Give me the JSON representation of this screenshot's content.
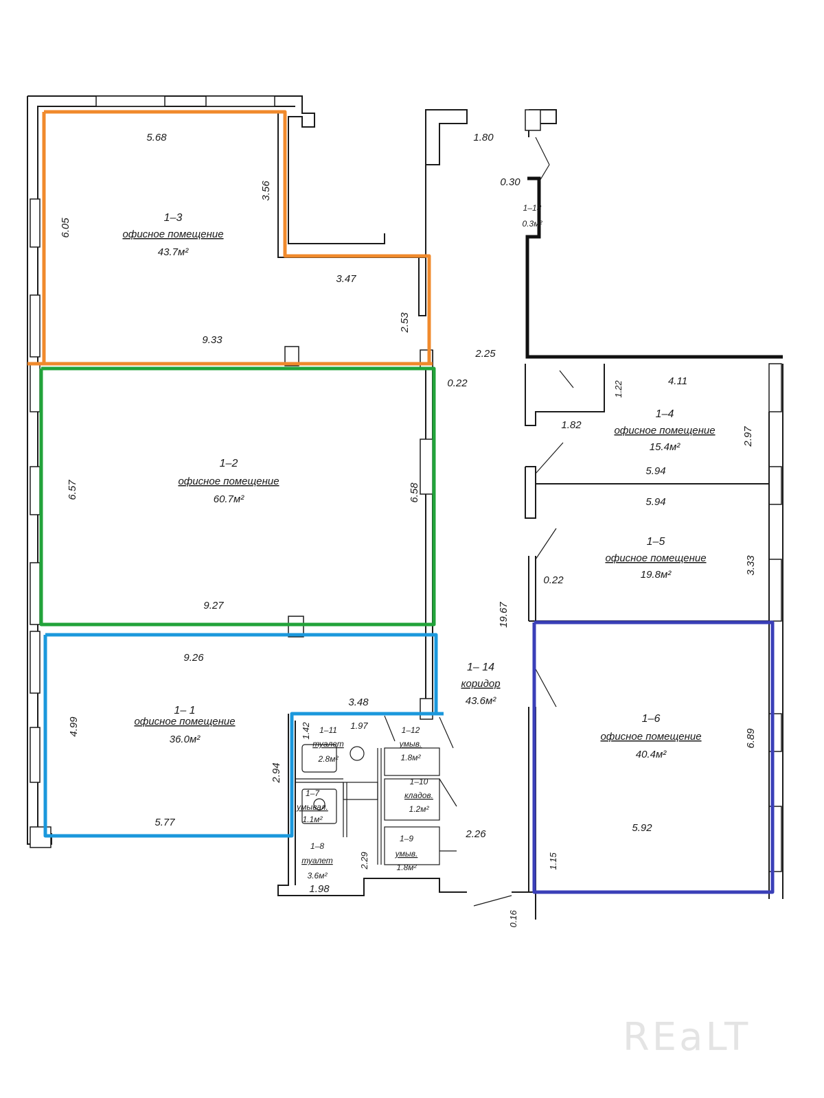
{
  "watermark": "REaLT",
  "colors": {
    "orange": "#f08a2c",
    "green": "#22a33a",
    "light_blue": "#1b98dc",
    "dark_blue": "#3a3fb8"
  },
  "rooms": {
    "r1_3": {
      "no": "1–3",
      "use": "офисное помещение",
      "area": "43.7м²"
    },
    "r1_2": {
      "no": "1–2",
      "use": "офисное помещение",
      "area": "60.7м²"
    },
    "r1_1": {
      "no": "1– 1",
      "use": "офисное помещение",
      "area": "36.0м²"
    },
    "r1_4": {
      "no": "1–4",
      "use": "офисное помещение",
      "area": "15.4м²"
    },
    "r1_5": {
      "no": "1–5",
      "use": "офисное помещение",
      "area": "19.8м²"
    },
    "r1_6": {
      "no": "1–6",
      "use": "офисное помещение",
      "area": "40.4м²"
    },
    "r1_14": {
      "no": "1– 14",
      "use": "коридор",
      "area": "43.6м²"
    },
    "r1_13": {
      "no": "1–13",
      "area": "0.3м²"
    },
    "r1_11": {
      "no": "1–11",
      "use": "туалет",
      "area": "2.8м²"
    },
    "r1_12": {
      "no": "1–12",
      "use": "умыв.",
      "area": "1.8м²"
    },
    "r1_10": {
      "no": "1–10",
      "use": "кладов.",
      "area": "1.2м²"
    },
    "r1_7": {
      "no": "1–7",
      "use": "умывал.",
      "area": "1.1м²"
    },
    "r1_8": {
      "no": "1–8",
      "use": "туалет",
      "area": "3.6м²"
    },
    "r1_9": {
      "no": "1–9",
      "use": "умыв.",
      "area": "1.8м²"
    }
  },
  "dims": {
    "d568": "5.68",
    "d605": "6.05",
    "d356": "3.56",
    "d347": "3.47",
    "d933": "9.33",
    "d253": "2.53",
    "d180": "1.80",
    "d030": "0.30",
    "d225": "2.25",
    "d022a": "0.22",
    "d657": "6.57",
    "d658": "6.58",
    "d927": "9.27",
    "d926": "9.26",
    "d499": "4.99",
    "d348": "3.48",
    "d142": "1.42",
    "d197": "1.97",
    "d294": "2.94",
    "d577": "5.77",
    "d229": "2.29",
    "d198": "1.98",
    "d226": "2.26",
    "d016": "0.16",
    "d1967": "19.67",
    "d411": "4.11",
    "d122": "1.22",
    "d182": "1.82",
    "d297": "2.97",
    "d594a": "5.94",
    "d594b": "5.94",
    "d333": "3.33",
    "d022b": "0.22",
    "d689": "6.89",
    "d592": "5.92",
    "d115": "1.15"
  }
}
